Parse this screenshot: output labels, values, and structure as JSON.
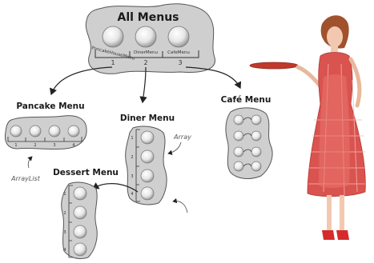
{
  "all_menus": {
    "title": "All Menus",
    "labels": [
      "PancakeHouseMenu",
      "DinerMenu",
      "CafeMenu"
    ],
    "indices": [
      "1",
      "2",
      "3"
    ]
  },
  "pancake_menu": {
    "title": "Pancake Menu",
    "indices": [
      "1",
      "2",
      "3",
      "4"
    ],
    "note": "ArrayList"
  },
  "diner_menu": {
    "title": "Diner Menu",
    "indices": [
      "1",
      "2",
      "3",
      "4"
    ],
    "note": "Array"
  },
  "cafe_menu": {
    "title": "Café Menu"
  },
  "dessert_menu": {
    "title": "Dessert Menu",
    "indices": [
      "1",
      "2",
      "3",
      "4"
    ]
  },
  "colors": {
    "blob": "#cfcfcf",
    "blob_stroke": "#444444",
    "plate": "#e9e9e9",
    "dress": "#d9534f",
    "tray": "#c0392b"
  }
}
